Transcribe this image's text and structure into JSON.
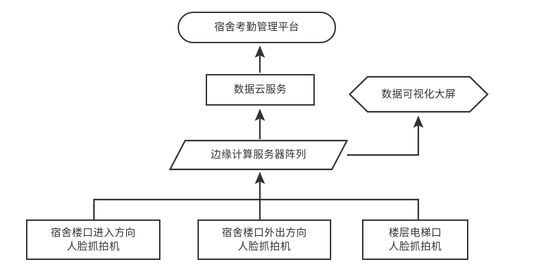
{
  "diagram": {
    "type": "flowchart",
    "direction": "bottom-to-top",
    "background_color": "#ffffff",
    "stroke_color": "#333333",
    "text_color": "#333333",
    "nodes": [
      {
        "id": "platform",
        "shape": "stadium",
        "label": "宿舍考勤管理平台"
      },
      {
        "id": "cloud-service",
        "shape": "rectangle",
        "label": "数据云服务"
      },
      {
        "id": "visualization-screen",
        "shape": "hexagon",
        "label": "数据可视化大屏"
      },
      {
        "id": "edge-server-array",
        "shape": "parallelogram",
        "label": "边缘计算服务器阵列"
      },
      {
        "id": "camera-entry",
        "shape": "rectangle",
        "label_line1": "宿舍楼口进入方向",
        "label_line2": "人脸抓拍机"
      },
      {
        "id": "camera-exit",
        "shape": "rectangle",
        "label_line1": "宿舍楼口外出方向",
        "label_line2": "人脸抓拍机"
      },
      {
        "id": "camera-elevator",
        "shape": "rectangle",
        "label_line1": "楼层电梯口",
        "label_line2": "人脸抓拍机"
      }
    ],
    "edges": [
      {
        "from": "cloud-service",
        "to": "platform",
        "arrow": "up"
      },
      {
        "from": "edge-server-array",
        "to": "cloud-service",
        "arrow": "up"
      },
      {
        "from": "edge-server-array",
        "to": "visualization-screen",
        "arrow": "up"
      },
      {
        "from": "camera-entry",
        "to": "edge-server-array",
        "arrow": "up"
      },
      {
        "from": "camera-exit",
        "to": "edge-server-array",
        "arrow": "up"
      },
      {
        "from": "camera-elevator",
        "to": "edge-server-array",
        "arrow": "up"
      }
    ]
  }
}
